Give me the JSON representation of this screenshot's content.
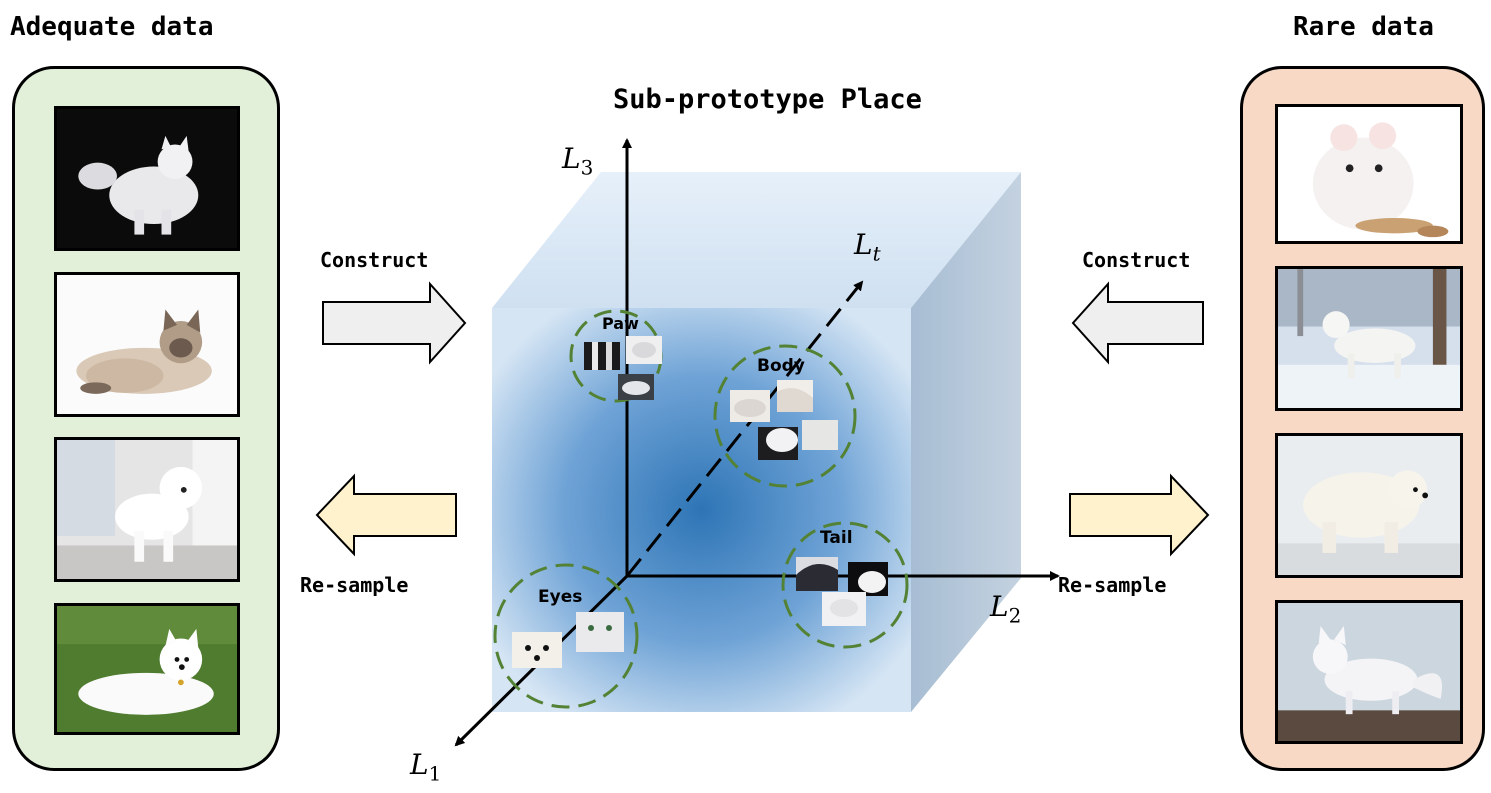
{
  "left_panel": {
    "title": "Adequate data",
    "images": [
      "white cat",
      "siamese cat",
      "white poodle",
      "white samoyed"
    ]
  },
  "right_panel": {
    "title": "Rare data",
    "images": [
      "white hamster",
      "white wolf",
      "polar bear",
      "arctic fox"
    ]
  },
  "center": {
    "title": "Sub-prototype Place",
    "axes": {
      "l3": {
        "base": "L",
        "sub": "3"
      },
      "l1": {
        "base": "L",
        "sub": "1"
      },
      "l2": {
        "base": "L",
        "sub": "2"
      },
      "lt": {
        "base": "L",
        "sub": "t"
      }
    },
    "clusters": {
      "paw": "Paw",
      "body": "Body",
      "eyes": "Eyes",
      "tail": "Tail"
    }
  },
  "arrows": {
    "left_construct": "Construct",
    "left_resample": "Re-sample",
    "right_construct": "Construct",
    "right_resample": "Re-sample"
  },
  "colors": {
    "left_panel_bg": "#e2efd9",
    "right_panel_bg": "#f8d9c6",
    "construct_arrow": "#efefef",
    "resample_arrow": "#fff2cc",
    "cluster_circle": "#548235",
    "cube_blue": "#2e75b6"
  }
}
